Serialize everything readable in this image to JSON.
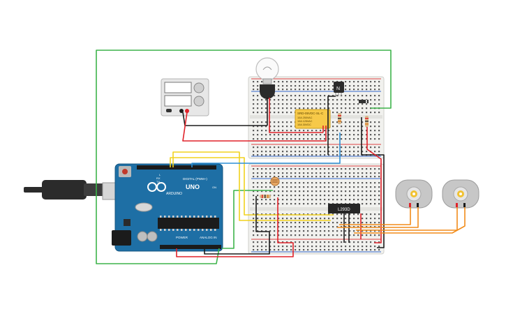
{
  "board": {
    "brand": "ARDUINO",
    "model": "UNO",
    "digital_label": "DIGITAL (PWM~)",
    "power_label": "POWER",
    "analog_label": "ANALOG IN",
    "tx_label": "TX",
    "rx_label": "RX",
    "l_label": "L",
    "on_label": "ON"
  },
  "components": {
    "driver_ic_label": "L293D",
    "relay_label": "SRD-05VDC-SL-C",
    "relay_line2": "10A 250VAC",
    "relay_line3": "10A 125VAC",
    "relay_line4": "10A 30VDC",
    "transistor_label": "N"
  },
  "colors": {
    "wire_red": "#e0222a",
    "wire_black": "#1b1b1b",
    "wire_green": "#3db44a",
    "wire_yellow": "#f2d21d",
    "wire_orange": "#f28c1a",
    "wire_blue": "#2d8fd6",
    "board_blue": "#1e6fa5",
    "relay_yellow": "#f7c948"
  }
}
